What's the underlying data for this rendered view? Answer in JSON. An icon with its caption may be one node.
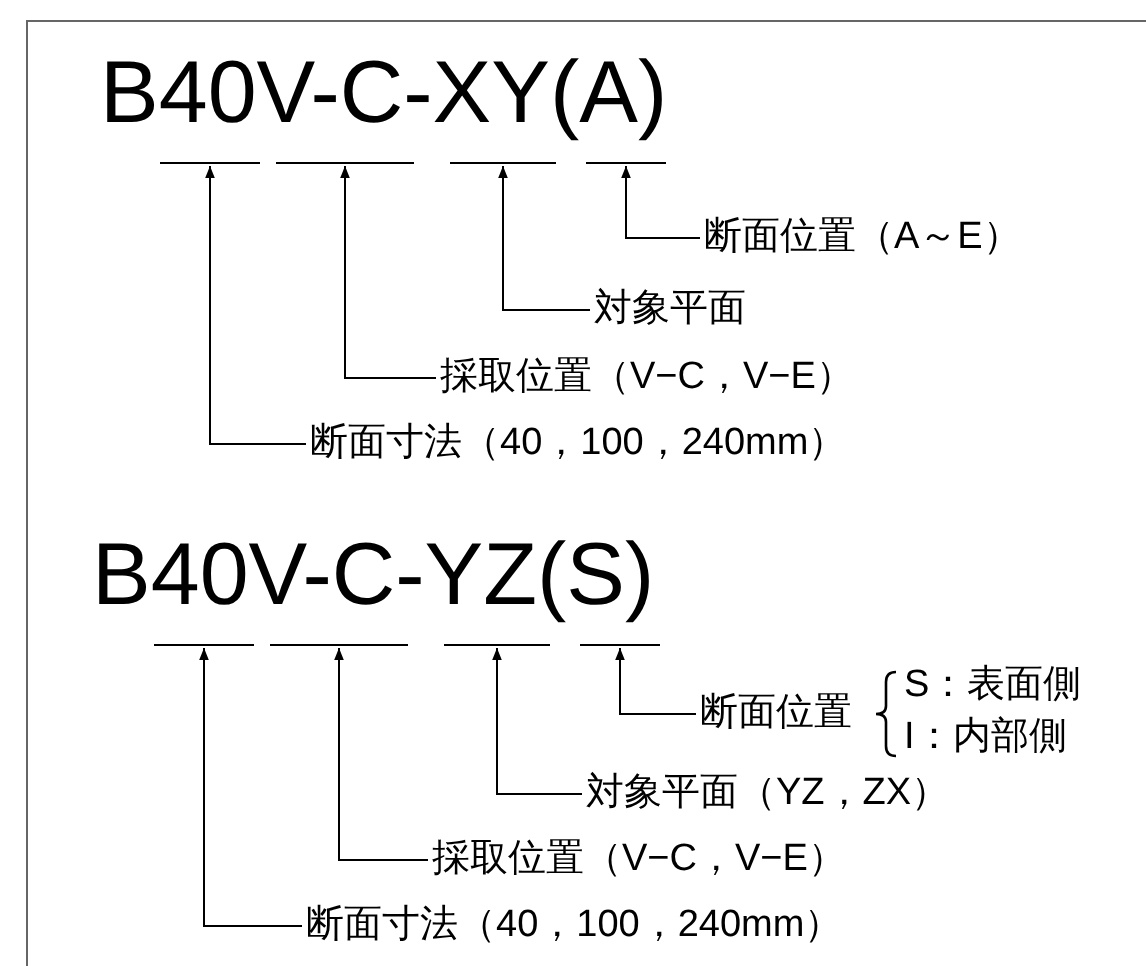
{
  "diagram": {
    "nodes": [
      {
        "text": [],
        "shape": "bar"
      },
      {
        "text": [],
        "shape": "bar"
      },
      {
        "text": [],
        "shape": "bar"
      },
      {
        "text": [],
        "shape": "bar"
      },
      {
        "text": [
          "断面位置（A～E）"
        ]
      },
      {
        "text": [
          "対象平面"
        ]
      },
      {
        "text": [
          "採取位置（V−C，V−E）"
        ]
      },
      {
        "text": [
          "断面寸法（40，100，240mm）"
        ]
      },
      {
        "text": [],
        "shape": "bar"
      },
      {
        "text": [],
        "shape": "bar"
      },
      {
        "text": [],
        "shape": "bar"
      },
      {
        "text": [],
        "shape": "bar"
      },
      {
        "text": [
          "断面位置"
        ],
        "beside": [
          "S：表面側",
          "I：内部側"
        ]
      },
      {
        "text": [
          "対象平面（YZ，ZX）"
        ]
      },
      {
        "text": [
          "採取位置（V−C，V−E）"
        ]
      },
      {
        "text": [
          "断面寸法（40，100，240mm）"
        ]
      }
    ],
    "edges": [
      {
        "from": 4,
        "to": 3,
        "arrow": "to"
      },
      {
        "from": 5,
        "to": 2,
        "arrow": "to"
      },
      {
        "from": 6,
        "to": 1,
        "arrow": "to"
      },
      {
        "from": 7,
        "to": 0,
        "arrow": "to"
      },
      {
        "from": 12,
        "to": 11,
        "arrow": "to"
      },
      {
        "from": 13,
        "to": 10,
        "arrow": "to"
      },
      {
        "from": 14,
        "to": 9,
        "arrow": "to"
      },
      {
        "from": 15,
        "to": 8,
        "arrow": "to"
      }
    ],
    "labels": [
      "B40V-C-XY(A)",
      "B40V-C-YZ(S)"
    ]
  }
}
